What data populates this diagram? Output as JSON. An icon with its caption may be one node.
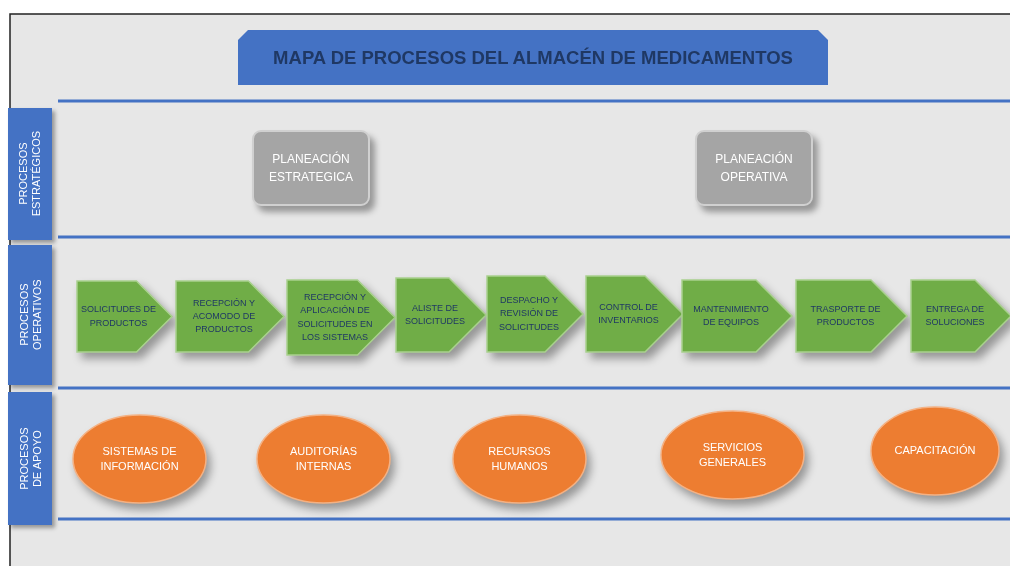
{
  "diagram": {
    "title": "MAPA DE PROCESOS DEL ALMACÉN DE MEDICAMENTOS",
    "nodes": [
      {
        "text": [
          "PROCESOS ESTRATÉGICOS"
        ]
      },
      {
        "text": [
          "PLANEACIÓN ESTRATEGICA"
        ]
      },
      {
        "text": [
          "PLANEACIÓN OPERATIVA"
        ]
      },
      {
        "text": [
          "PROCESOS OPERATIVOS"
        ]
      },
      {
        "text": [
          "SOLICITUDES DE PRODUCTOS"
        ]
      },
      {
        "text": [
          "RECEPCIÓN Y ACOMODO DE PRODUCTOS"
        ]
      },
      {
        "text": [
          "RECEPCIÓN Y APLICACIÓN DE SOLICITUDES EN LOS SISTEMAS"
        ]
      },
      {
        "text": [
          "ALISTE DE SOLICITUDES"
        ]
      },
      {
        "text": [
          "DESPACHO Y REVISIÓN DE SOLICITUDES"
        ]
      },
      {
        "text": [
          "CONTROL DE INVENTARIOS"
        ]
      },
      {
        "text": [
          "MANTENIMIENTO DE EQUIPOS"
        ]
      },
      {
        "text": [
          "TRASPORTE DE PRODUCTOS"
        ]
      },
      {
        "text": [
          "ENTREGA DE SOLUCIONES"
        ]
      },
      {
        "text": [
          "PROCESOS DE APOYO"
        ]
      },
      {
        "text": [
          "SISTEMAS DE INFORMACIÓN"
        ]
      },
      {
        "text": [
          "AUDITORÍAS INTERNAS"
        ]
      },
      {
        "text": [
          "RECURSOS HUMANOS"
        ]
      },
      {
        "text": [
          "SERVICIOS GENERALES"
        ]
      },
      {
        "text": [
          "CAPACITACIÓN"
        ]
      }
    ]
  }
}
